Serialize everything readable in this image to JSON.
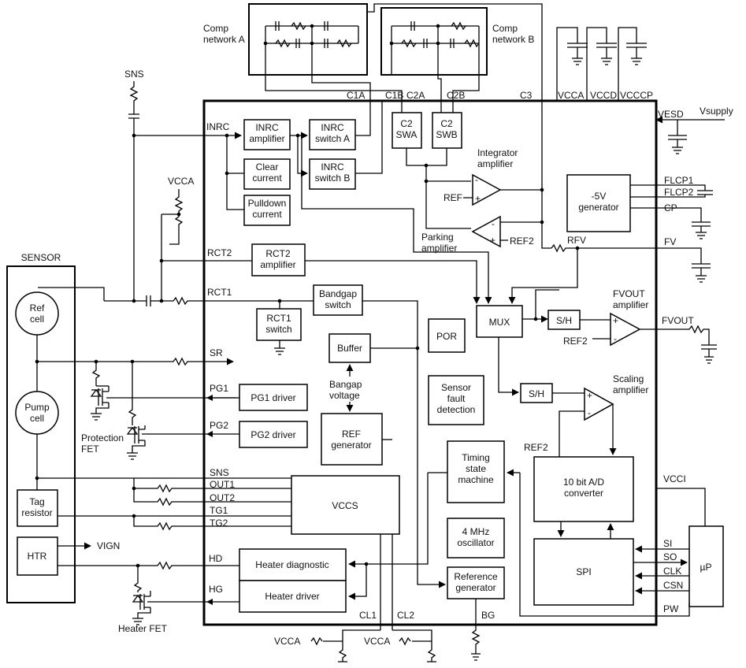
{
  "blocks": {
    "comp_network_a": "Comp\nnetwork A",
    "comp_network_b": "Comp\nnetwork B",
    "inrc_amplifier": "INRC\namplifier",
    "inrc_switch_a": "INRC\nswitch A",
    "inrc_switch_b": "INRC\nswitch B",
    "clear_current": "Clear\ncurrent",
    "pulldown_current": "Pulldown\ncurrent",
    "c2_swa": "C2\nSWA",
    "c2_swb": "C2\nSWB",
    "integrator_amplifier": "Integrator\namplifier",
    "parking_amplifier": "Parking\namplifier",
    "minus5v_generator": "-5V\ngenerator",
    "rct2_amplifier": "RCT2\namplifier",
    "bandgap_switch": "Bandgap\nswitch",
    "rct1_switch": "RCT1\nswitch",
    "buffer": "Buffer",
    "bandgap_voltage": "Bangap\nvoltage",
    "por": "POR",
    "mux": "MUX",
    "sh_top": "S/H",
    "sh_bottom": "S/H",
    "fvout_amplifier": "FVOUT\namplifier",
    "scaling_amplifier": "Scaling\namplifier",
    "sensor_fault_detection": "Sensor\nfault\ndetection",
    "pg1_driver": "PG1 driver",
    "pg2_driver": "PG2 driver",
    "ref_generator": "REF\ngenerator",
    "timing_state_machine": "Timing\nstate\nmachine",
    "adc": "10 bit A/D\nconverter",
    "vccs": "VCCS",
    "oscillator": "4 MHz\noscillator",
    "spi": "SPI",
    "microprocessor": "µP",
    "heater_diagnostic": "Heater diagnostic",
    "heater_driver": "Heater driver",
    "reference_generator": "Reference\ngenerator"
  },
  "sensor": {
    "title": "SENSOR",
    "ref_cell": "Ref\ncell",
    "pump_cell": "Pump\ncell",
    "tag_resistor": "Tag\nresistor",
    "htr": "HTR"
  },
  "signals": {
    "sns_top": "SNS",
    "vcca_left": "VCCA",
    "inrc": "INRC",
    "rct2": "RCT2",
    "rct1": "RCT1",
    "sr": "SR",
    "pg1": "PG1",
    "pg2": "PG2",
    "sns": "SNS",
    "out1": "OUT1",
    "out2": "OUT2",
    "tg1": "TG1",
    "tg2": "TG2",
    "hd": "HD",
    "hg": "HG",
    "vign": "VIGN",
    "c1a": "C1A",
    "c1b": "C1B",
    "c2a": "C2A",
    "c2b": "C2B",
    "c3": "C3",
    "vcca_top": "VCCA",
    "vccd": "VCCD",
    "vcccp": "VCCCP",
    "vesd": "VESD",
    "vsupply": "Vsupply",
    "flcp1": "FLCP1",
    "flcp2": "FLCP2",
    "cp": "CP",
    "rfv": "RFV",
    "fv": "FV",
    "fvout": "FVOUT",
    "ref_int": "REF",
    "ref2_park": "REF2",
    "ref2_fvout": "REF2",
    "ref2_scaling": "REF2",
    "vcci": "VCCI",
    "si": "SI",
    "so": "SO",
    "clk": "CLK",
    "csn": "CSN",
    "pw": "PW",
    "cl1": "CL1",
    "cl2": "CL2",
    "bg": "BG",
    "vcca_cl1": "VCCA",
    "vcca_cl2": "VCCA"
  },
  "devices": {
    "protection_fet": "Protection\nFET",
    "heater_fet": "Heater FET"
  }
}
